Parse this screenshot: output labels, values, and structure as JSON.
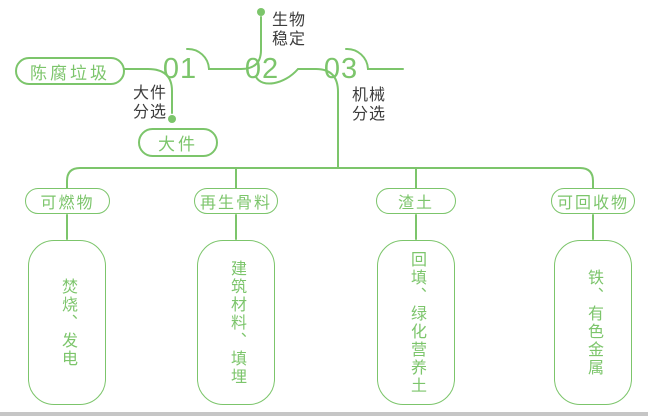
{
  "colors": {
    "line_green": "#7cc56b",
    "label_dark": "#3c3c3c",
    "divider_grey": "#c6c6c6",
    "background": "#ffffff"
  },
  "flow": {
    "source_label": "陈腐垃圾",
    "steps": [
      {
        "num": "01",
        "label": "大件\n分选",
        "branch_output": "大件"
      },
      {
        "num": "02",
        "label": "生物\n稳定"
      },
      {
        "num": "03",
        "label": "机械\n分选"
      }
    ]
  },
  "branches": [
    {
      "category": "可燃物",
      "disposal": "焚烧、发电"
    },
    {
      "category": "再生骨料",
      "disposal": "建筑材料、填埋"
    },
    {
      "category": "渣土",
      "disposal": "回填、绿化营养土"
    },
    {
      "category": "可回收物",
      "disposal": "铁、有色金属"
    }
  ]
}
